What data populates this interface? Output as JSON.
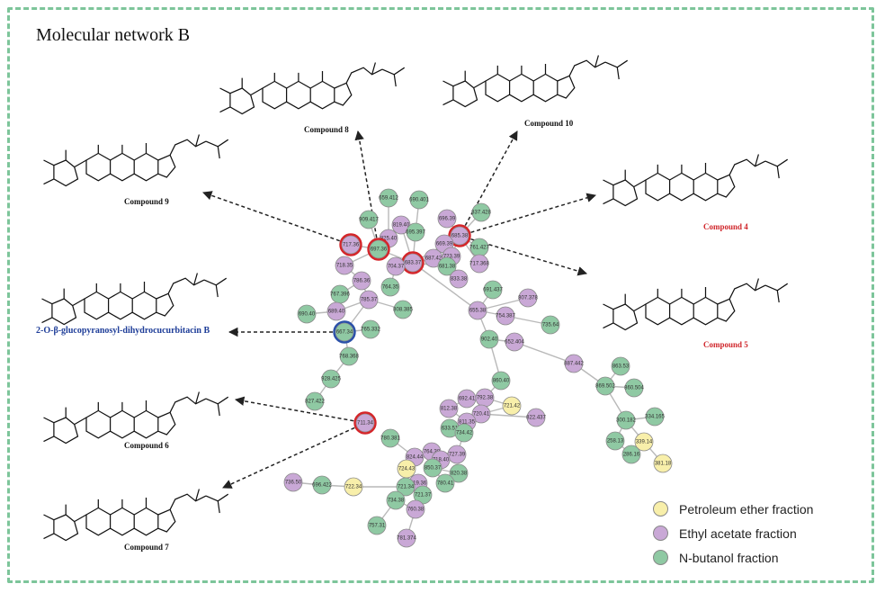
{
  "title": "Molecular network B",
  "colors": {
    "petroleum": "#f8efaa",
    "ethyl": "#c9a8d6",
    "butanol": "#8fc9a3",
    "highlight_red": "#d4252a",
    "highlight_blue": "#2a50a8",
    "frame": "#7dc59a",
    "edge": "#b9b9b9"
  },
  "compounds": [
    {
      "label": "Compound 8",
      "color": "black"
    },
    {
      "label": "Compound 10",
      "color": "black"
    },
    {
      "label": "Compound 9",
      "color": "black"
    },
    {
      "label": "Compound 4",
      "color": "red"
    },
    {
      "label": "Compound 5",
      "color": "red"
    },
    {
      "label": "2-O-β-glucopyranosyl-dihydrocucurbitacin B",
      "color": "blue"
    },
    {
      "label": "Compound 6",
      "color": "black"
    },
    {
      "label": "Compound 7",
      "color": "black"
    }
  ],
  "legend": [
    {
      "label": "Petroleum ether fraction",
      "color_key": "petroleum"
    },
    {
      "label": "Ethyl acetate fraction",
      "color_key": "ethyl"
    },
    {
      "label": "N-butanol fraction",
      "color_key": "butanol"
    }
  ],
  "nodes": [
    {
      "id": "n1",
      "label": "659.412",
      "c": "b",
      "h": ""
    },
    {
      "id": "n2",
      "label": "690.401",
      "c": "b",
      "h": ""
    },
    {
      "id": "n3",
      "label": "909.417",
      "c": "b",
      "h": ""
    },
    {
      "id": "n4",
      "label": "819.40",
      "c": "e",
      "h": ""
    },
    {
      "id": "n5",
      "label": "696.39",
      "c": "e",
      "h": ""
    },
    {
      "id": "n6",
      "label": "695.397",
      "c": "b",
      "h": ""
    },
    {
      "id": "n7",
      "label": "837.428",
      "c": "b",
      "h": ""
    },
    {
      "id": "n8",
      "label": "825.40",
      "c": "e",
      "h": ""
    },
    {
      "id": "n9",
      "label": "717.36",
      "c": "e",
      "h": "r"
    },
    {
      "id": "n10",
      "label": "697.36",
      "c": "b",
      "h": "r"
    },
    {
      "id": "n11",
      "label": "683.37",
      "c": "e",
      "h": "r"
    },
    {
      "id": "n12",
      "label": "685.38",
      "c": "e",
      "h": "r"
    },
    {
      "id": "n13",
      "label": "761.427",
      "c": "b",
      "h": ""
    },
    {
      "id": "n14",
      "label": "669.39",
      "c": "e",
      "h": ""
    },
    {
      "id": "n15",
      "label": "687.42",
      "c": "e",
      "h": ""
    },
    {
      "id": "n16",
      "label": "723.39",
      "c": "e",
      "h": ""
    },
    {
      "id": "n17",
      "label": "718.35",
      "c": "e",
      "h": ""
    },
    {
      "id": "n18",
      "label": "704.37",
      "c": "e",
      "h": ""
    },
    {
      "id": "n19",
      "label": "681.38",
      "c": "b",
      "h": ""
    },
    {
      "id": "n20",
      "label": "717.368",
      "c": "e",
      "h": ""
    },
    {
      "id": "n21",
      "label": "786.36",
      "c": "e",
      "h": ""
    },
    {
      "id": "n22",
      "label": "764.35",
      "c": "b",
      "h": ""
    },
    {
      "id": "n23",
      "label": "833.38",
      "c": "e",
      "h": ""
    },
    {
      "id": "n24",
      "label": "767.396",
      "c": "b",
      "h": ""
    },
    {
      "id": "n25",
      "label": "785.37",
      "c": "e",
      "h": ""
    },
    {
      "id": "n26",
      "label": "689.40",
      "c": "e",
      "h": ""
    },
    {
      "id": "n27",
      "label": "690.40",
      "c": "b",
      "h": ""
    },
    {
      "id": "n28",
      "label": "808.385",
      "c": "b",
      "h": ""
    },
    {
      "id": "n29",
      "label": "667.34",
      "c": "b",
      "h": "bl"
    },
    {
      "id": "n30",
      "label": "765.332",
      "c": "b",
      "h": ""
    },
    {
      "id": "n31",
      "label": "768.368",
      "c": "b",
      "h": ""
    },
    {
      "id": "n32",
      "label": "928.425",
      "c": "b",
      "h": ""
    },
    {
      "id": "n33",
      "label": "827.422",
      "c": "b",
      "h": ""
    },
    {
      "id": "n34",
      "label": "691.437",
      "c": "b",
      "h": ""
    },
    {
      "id": "n35",
      "label": "807.378",
      "c": "e",
      "h": ""
    },
    {
      "id": "n36",
      "label": "655.38",
      "c": "e",
      "h": ""
    },
    {
      "id": "n37",
      "label": "754.387",
      "c": "e",
      "h": ""
    },
    {
      "id": "n38",
      "label": "735.64",
      "c": "b",
      "h": ""
    },
    {
      "id": "n39",
      "label": "902.40",
      "c": "b",
      "h": ""
    },
    {
      "id": "n40",
      "label": "652.404",
      "c": "e",
      "h": ""
    },
    {
      "id": "n41",
      "label": "887.442",
      "c": "e",
      "h": ""
    },
    {
      "id": "n42",
      "label": "863.53",
      "c": "b",
      "h": ""
    },
    {
      "id": "n43",
      "label": "869.502",
      "c": "b",
      "h": ""
    },
    {
      "id": "n44",
      "label": "860.504",
      "c": "b",
      "h": ""
    },
    {
      "id": "n45",
      "label": "860.40",
      "c": "b",
      "h": ""
    },
    {
      "id": "n46",
      "label": "692.41",
      "c": "e",
      "h": ""
    },
    {
      "id": "n47",
      "label": "792.38",
      "c": "e",
      "h": ""
    },
    {
      "id": "n48",
      "label": "721.42",
      "c": "p",
      "h": ""
    },
    {
      "id": "n49",
      "label": "812.38",
      "c": "e",
      "h": ""
    },
    {
      "id": "n50",
      "label": "720.41",
      "c": "e",
      "h": ""
    },
    {
      "id": "n51",
      "label": "822.437",
      "c": "e",
      "h": ""
    },
    {
      "id": "n52",
      "label": "811.35",
      "c": "e",
      "h": ""
    },
    {
      "id": "n53",
      "label": "711.34",
      "c": "e",
      "h": "r"
    },
    {
      "id": "n54",
      "label": "780.381",
      "c": "b",
      "h": ""
    },
    {
      "id": "n55",
      "label": "633.51",
      "c": "b",
      "h": ""
    },
    {
      "id": "n56",
      "label": "734.42",
      "c": "b",
      "h": ""
    },
    {
      "id": "n57",
      "label": "824.44",
      "c": "e",
      "h": ""
    },
    {
      "id": "n58",
      "label": "764.38",
      "c": "e",
      "h": ""
    },
    {
      "id": "n59",
      "label": "727.39",
      "c": "e",
      "h": ""
    },
    {
      "id": "n60",
      "label": "718.40",
      "c": "e",
      "h": ""
    },
    {
      "id": "n61",
      "label": "724.43",
      "c": "p",
      "h": ""
    },
    {
      "id": "n62",
      "label": "850.37",
      "c": "b",
      "h": ""
    },
    {
      "id": "n63",
      "label": "820.38",
      "c": "b",
      "h": ""
    },
    {
      "id": "n64",
      "label": "780.41",
      "c": "b",
      "h": ""
    },
    {
      "id": "n65",
      "label": "819.36",
      "c": "e",
      "h": ""
    },
    {
      "id": "n66",
      "label": "721.34",
      "c": "b",
      "h": ""
    },
    {
      "id": "n67",
      "label": "721.37",
      "c": "b",
      "h": ""
    },
    {
      "id": "n68",
      "label": "722.34",
      "c": "p",
      "h": ""
    },
    {
      "id": "n69",
      "label": "696.422",
      "c": "b",
      "h": ""
    },
    {
      "id": "n70",
      "label": "736.50",
      "c": "e",
      "h": ""
    },
    {
      "id": "n71",
      "label": "734.38",
      "c": "b",
      "h": ""
    },
    {
      "id": "n72",
      "label": "760.38",
      "c": "e",
      "h": ""
    },
    {
      "id": "n73",
      "label": "757.31",
      "c": "b",
      "h": ""
    },
    {
      "id": "n74",
      "label": "781.374",
      "c": "e",
      "h": ""
    },
    {
      "id": "n75",
      "label": "300.182",
      "c": "b",
      "h": ""
    },
    {
      "id": "n76",
      "label": "334.165",
      "c": "b",
      "h": ""
    },
    {
      "id": "n77",
      "label": "258.13",
      "c": "b",
      "h": ""
    },
    {
      "id": "n78",
      "label": "339.14",
      "c": "p",
      "h": ""
    },
    {
      "id": "n79",
      "label": "286.16",
      "c": "b",
      "h": ""
    },
    {
      "id": "n80",
      "label": "381.18",
      "c": "p",
      "h": ""
    }
  ]
}
